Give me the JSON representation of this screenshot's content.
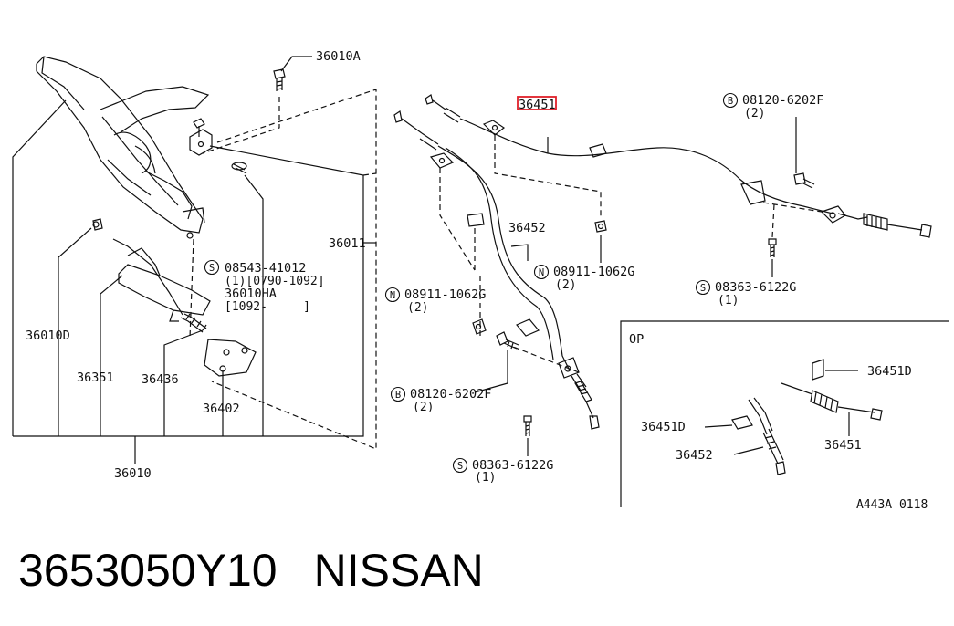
{
  "parts": {
    "p36010A": "36010A",
    "p36011": "36011",
    "p36010D": "36010D",
    "p36351": "36351",
    "p36436": "36436",
    "p36402": "36402",
    "p36010": "36010",
    "s_08543": "08543-41012",
    "s_08543_qty": "(1)[0790-1092]",
    "p36010HA": "36010HA",
    "p36010HA_range": "[1092-     ]",
    "p36451_highlight": "36451",
    "b_08120_top": "08120-6202F",
    "b_08120_top_qty": "(2)",
    "p36452": "36452",
    "n_08911_mid": "08911-1062G",
    "n_08911_mid_qty": "(2)",
    "n_08911_left": "08911-1062G",
    "n_08911_left_qty": "(2)",
    "s_08363_right": "08363-6122G",
    "s_08363_right_qty": "(1)",
    "b_08120_bottom": "08120-6202F",
    "b_08120_bottom_qty": "(2)",
    "s_08363_bottom": "08363-6122G",
    "s_08363_bottom_qty": "(1)"
  },
  "circle_letters": {
    "s": "S",
    "b": "B",
    "n": "N"
  },
  "op_box": {
    "title": "OP",
    "p36451D_top": "36451D",
    "p36451D_left": "36451D",
    "p36452": "36452",
    "p36451": "36451"
  },
  "figure_code": "A443A 0118",
  "caption": {
    "part_number": "3653050Y10",
    "brand": "NISSAN"
  },
  "colors": {
    "line": "#111111",
    "highlight": "#e0202a"
  }
}
